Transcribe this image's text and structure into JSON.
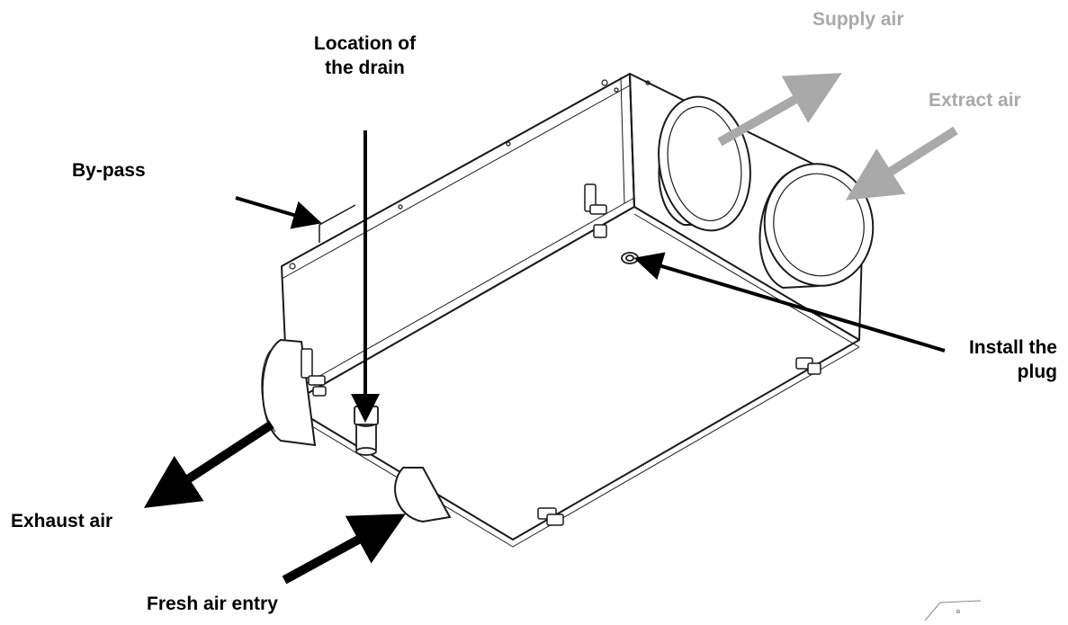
{
  "labels": {
    "drain_location": {
      "line1": "Location of",
      "line2": "the drain"
    },
    "supply_air": "Supply air",
    "extract_air": "Extract air",
    "bypass": "By-pass",
    "install_plug": {
      "line1": "Install the",
      "line2": "plug"
    },
    "exhaust_air": "Exhaust air",
    "fresh_air_entry": "Fresh air entry"
  },
  "colors": {
    "black_arrow": "#000000",
    "gray_arrow": "#a9a9a9",
    "gray_text": "#a9a9a9",
    "outline": "#1a1a1a"
  }
}
